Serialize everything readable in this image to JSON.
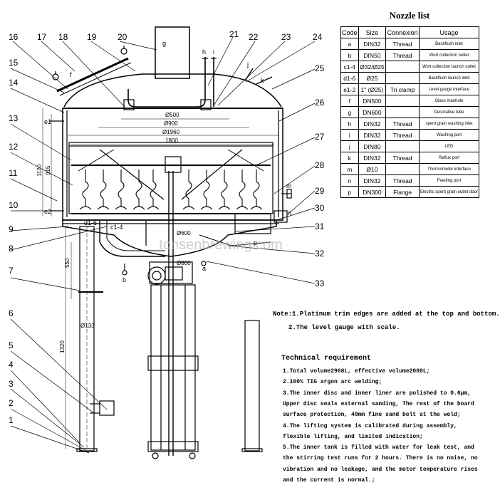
{
  "nozzle_list": {
    "title": "Nozzle list",
    "headers": [
      "Code",
      "Size",
      "Connexion",
      "Usage"
    ],
    "rows": [
      {
        "code": "a",
        "size": "DIN32",
        "connexion": "Thread",
        "usage": "Backflush inlet"
      },
      {
        "code": "b",
        "size": "DIN50",
        "connexion": "Thread",
        "usage": "Wort collection outlet"
      },
      {
        "code": "c1-4",
        "size": "Ø32/Ø25",
        "connexion": "",
        "usage": "Wort collection launch outlet"
      },
      {
        "code": "d1-6",
        "size": "Ø25",
        "connexion": "",
        "usage": "Backflush launch inlet"
      },
      {
        "code": "e1-2",
        "size": "1\" (Ø25)",
        "connexion": "Tri clamp",
        "usage": "Level gauge interface"
      },
      {
        "code": "f",
        "size": "DN500",
        "connexion": "",
        "usage": "Glass manhole"
      },
      {
        "code": "g",
        "size": "DN600",
        "connexion": "",
        "usage": "Decorative tube"
      },
      {
        "code": "h",
        "size": "DIN32",
        "connexion": "Thread",
        "usage": "spent grain washing inlet"
      },
      {
        "code": "i",
        "size": "DIN32",
        "connexion": "Thread",
        "usage": "Washing port"
      },
      {
        "code": "j",
        "size": "DIN80",
        "connexion": "",
        "usage": "LED"
      },
      {
        "code": "k",
        "size": "DIN32",
        "connexion": "Thread",
        "usage": "Reflux port"
      },
      {
        "code": "m",
        "size": "Ø10",
        "connexion": "",
        "usage": "Thermometer interface"
      },
      {
        "code": "n",
        "size": "DIN32",
        "connexion": "Thread",
        "usage": "Feeding port"
      },
      {
        "code": "p",
        "size": "DN300",
        "connexion": "Flange",
        "usage": "Electric spent grain outlet door"
      }
    ]
  },
  "notes": {
    "line1": "Note:1.Platinum trim edges are added at the top and bottom.",
    "line2": "2.The level gauge with scale."
  },
  "technical": {
    "title": "Technical requirement",
    "lines": [
      "1.Total volume2968L, effective volume2000L;",
      "2.100% TIG argon arc welding;",
      "3.The inner disc and inner liner are polished to 0.6μm,",
      "Upper disc seals external sanding, The rest of the board",
      "surface protection, 40mm fine sand belt at the weld;",
      "4.The lifting system is calibrated during assembly,",
      "flexible lifting, and limited indication;",
      "5.The inner tank is filled with water for leak test, and",
      "the stirring test runs for 2 hours. There is no noise, no",
      "vibration and no leakage, and the motor temperature rises",
      "and the current is normal.;"
    ]
  },
  "callouts": {
    "left": [
      "16",
      "17",
      "18",
      "19",
      "20",
      "15",
      "14",
      "13",
      "12",
      "11",
      "10",
      "9",
      "8",
      "7",
      "6",
      "5",
      "4",
      "3",
      "2",
      "1"
    ],
    "right": [
      "21",
      "22",
      "23",
      "24",
      "25",
      "26",
      "27",
      "28",
      "29",
      "30",
      "31",
      "32",
      "33"
    ]
  },
  "dimensions": {
    "d500": "Ø500",
    "d900": "Ø900",
    "d1960": "Ø1960",
    "w1800": "1800",
    "d600": "Ø600",
    "d800": "Ø800",
    "d133": "Ø133",
    "h1120": "1120",
    "h915": "915",
    "h550": "550",
    "h1320": "1320"
  },
  "nozzle_tags": {
    "g": "g",
    "f": "f",
    "h": "h",
    "i": "i",
    "j": "j",
    "k": "k",
    "e1": "e1",
    "e2": "e2",
    "m": "m",
    "n": "n",
    "d": "d1-6",
    "c": "c1-4",
    "b": "b",
    "a": "a",
    "p": "p"
  },
  "watermark": "tonsenbrewing.com"
}
